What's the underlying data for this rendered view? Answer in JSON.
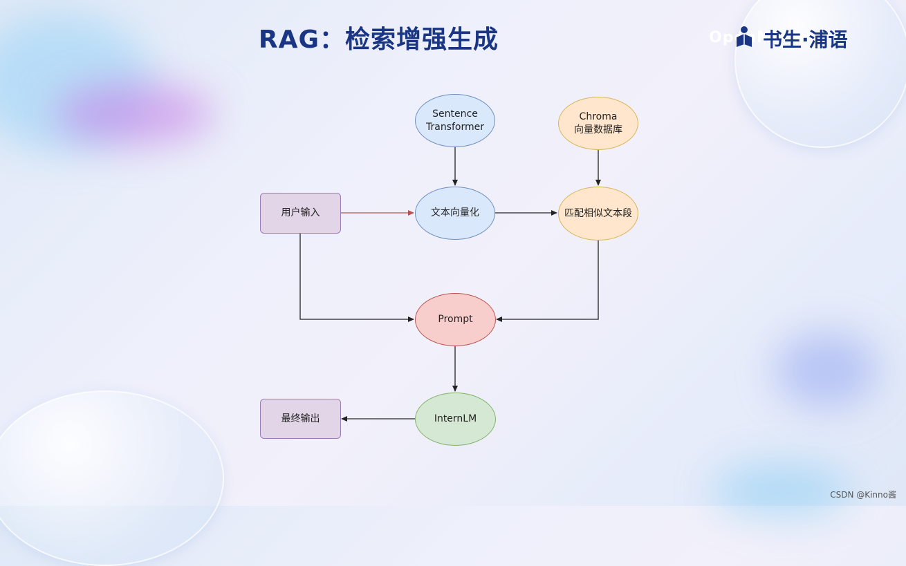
{
  "slide": {
    "title": "RAG：检索增强生成"
  },
  "logo": {
    "faint_text": "OpenMMLab",
    "text": "书生·浦语"
  },
  "diagram": {
    "nodes": [
      {
        "id": "sentence-transformer",
        "label": "Sentence\nTransformer",
        "shape": "ellipse",
        "color": "#dae8fc"
      },
      {
        "id": "chroma-db",
        "label": "Chroma\n向量数据库",
        "shape": "ellipse",
        "color": "#ffe6cc"
      },
      {
        "id": "user-input",
        "label": "用户输入",
        "shape": "rect",
        "color": "#e1d5e7"
      },
      {
        "id": "text-vectorize",
        "label": "文本向量化",
        "shape": "ellipse",
        "color": "#dae8fc"
      },
      {
        "id": "match-similar",
        "label": "匹配相似文本段",
        "shape": "ellipse",
        "color": "#ffe6cc"
      },
      {
        "id": "prompt",
        "label": "Prompt",
        "shape": "ellipse",
        "color": "#f8cecc"
      },
      {
        "id": "internlm",
        "label": "InternLM",
        "shape": "ellipse",
        "color": "#d5e8d4"
      },
      {
        "id": "final-output",
        "label": "最终输出",
        "shape": "rect",
        "color": "#e1d5e7"
      }
    ],
    "edges": [
      {
        "from": "sentence-transformer",
        "to": "text-vectorize"
      },
      {
        "from": "chroma-db",
        "to": "match-similar"
      },
      {
        "from": "user-input",
        "to": "text-vectorize",
        "color": "#b85450"
      },
      {
        "from": "text-vectorize",
        "to": "match-similar"
      },
      {
        "from": "user-input",
        "to": "prompt"
      },
      {
        "from": "match-similar",
        "to": "prompt"
      },
      {
        "from": "prompt",
        "to": "internlm"
      },
      {
        "from": "internlm",
        "to": "final-output"
      }
    ]
  },
  "watermark": "CSDN @Kinno酱"
}
